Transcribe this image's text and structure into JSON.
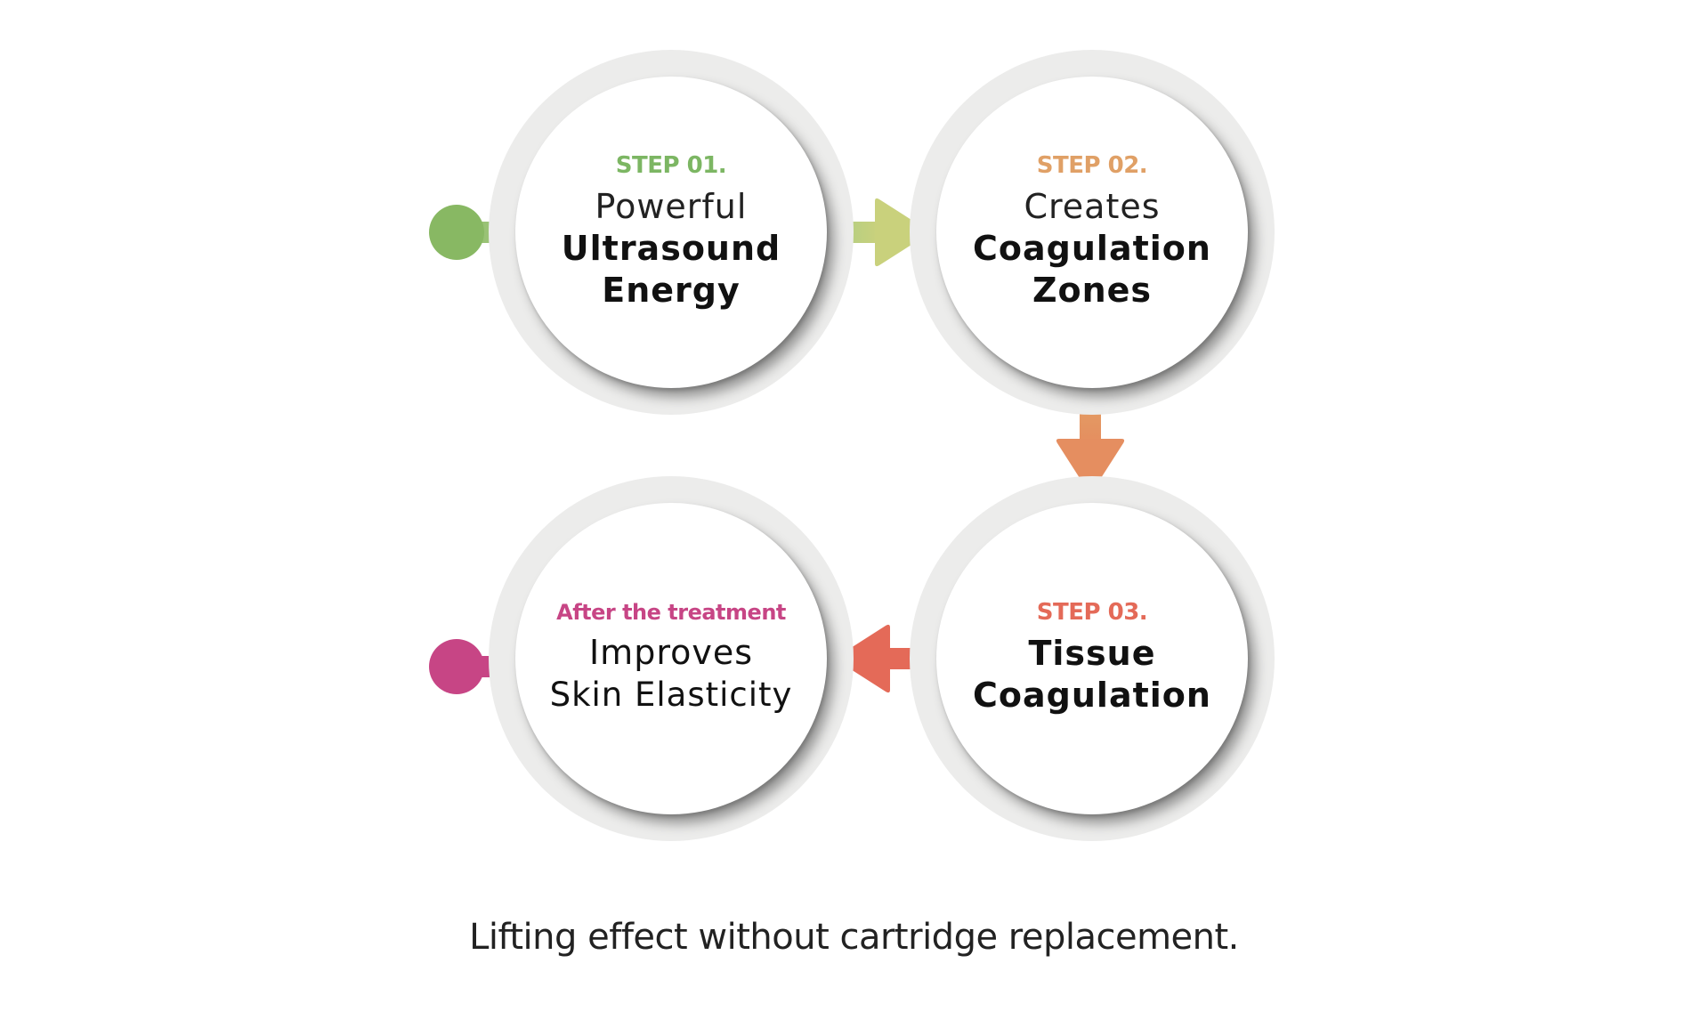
{
  "colors": {
    "step1": "#7cb663",
    "step2": "#e0a066",
    "step3": "#e46a58",
    "after": "#c74585",
    "arrow1_start": "#a8cc86",
    "arrow1_end": "#c9d17c",
    "arrow2_start": "#e2a364",
    "arrow2_end": "#e58e60",
    "arrow3": "#e46a58",
    "start_dot": "#88b863",
    "end_dot": "#c74585"
  },
  "steps": [
    {
      "label": "STEP 01.",
      "line1": "Powerful",
      "line2": "Ultrasound",
      "line3": "Energy"
    },
    {
      "label": "STEP 02.",
      "line1": "Creates",
      "line2": "Coagulation",
      "line3": "Zones"
    },
    {
      "label": "STEP 03.",
      "line1": "Tissue",
      "line2": "Coagulation"
    },
    {
      "label": "After the treatment",
      "line1": "Improves",
      "line2": "Skin Elasticity"
    }
  ],
  "caption": "Lifting effect without cartridge replacement."
}
